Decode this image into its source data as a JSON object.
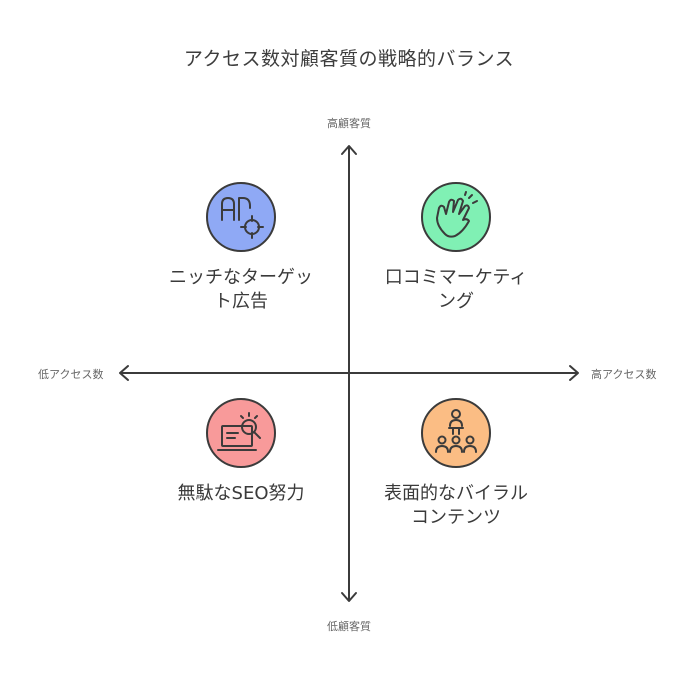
{
  "title": "アクセス数対顧客質の戦略的バランス",
  "axes": {
    "top": "高顧客質",
    "bottom": "低顧客質",
    "left": "低アクセス数",
    "right": "高アクセス数"
  },
  "quadrants": [
    {
      "label": "ニッチなターゲッ\nト広告",
      "icon": "targeted-ad-icon",
      "color": "#8fa9f5"
    },
    {
      "label": "口コミマーケティ\nング",
      "icon": "clapping-hands-icon",
      "color": "#80f0b4"
    },
    {
      "label": "無駄なSEO努力",
      "icon": "laptop-search-icon",
      "color": "#f89a9a"
    },
    {
      "label": "表面的なバイラル\nコンテンツ",
      "icon": "speaker-audience-icon",
      "color": "#fbbd84"
    }
  ],
  "colors": {
    "axis": "#3b3b3b",
    "stroke": "#3b3b3b"
  }
}
